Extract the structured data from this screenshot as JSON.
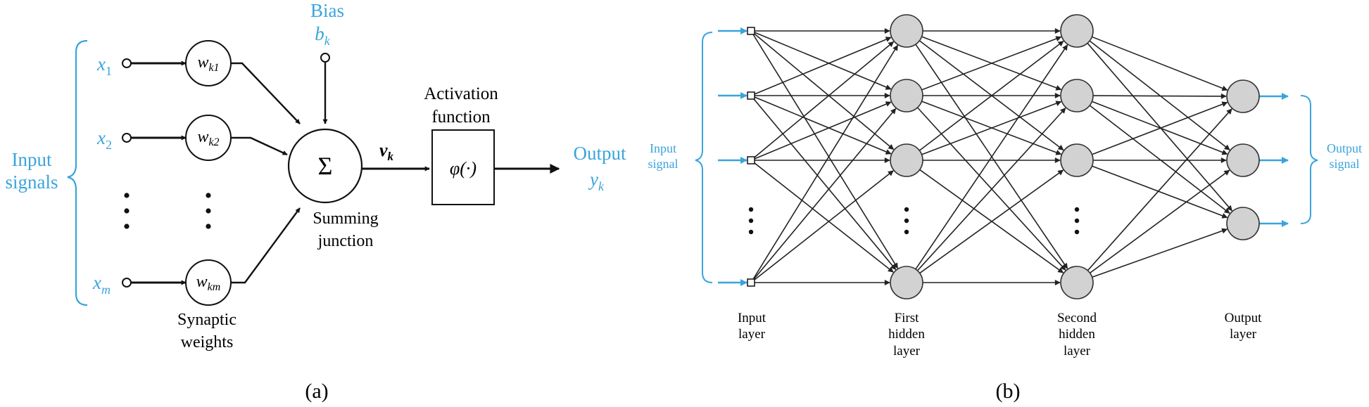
{
  "colors": {
    "accent": "#3aa4dc",
    "ink": "#111111",
    "node_fill": "#d2d2d2"
  },
  "panel_a": {
    "input_signals": [
      "Input",
      "signals"
    ],
    "inputs": [
      {
        "sym": "x",
        "sub": "1"
      },
      {
        "sym": "x",
        "sub": "2"
      },
      {
        "sym": "x",
        "sub": "m"
      }
    ],
    "weights": [
      {
        "sym": "w",
        "sub": "k1"
      },
      {
        "sym": "w",
        "sub": "k2"
      },
      {
        "sym": "w",
        "sub": "km"
      }
    ],
    "bias_title": "Bias",
    "bias": {
      "sym": "b",
      "sub": "k"
    },
    "summing_symbol": "Σ",
    "summing_label": [
      "Summing",
      "junction"
    ],
    "induced_field": {
      "sym": "v",
      "sub": "k"
    },
    "activation_title": [
      "Activation",
      "function"
    ],
    "activation": "φ(·)",
    "output_title": "Output",
    "output": {
      "sym": "y",
      "sub": "k"
    },
    "synaptic_label": [
      "Synaptic",
      "weights"
    ],
    "caption": "(a)"
  },
  "panel_b": {
    "input_signal_label": [
      "Input",
      "signal"
    ],
    "output_signal_label": [
      "Output",
      "signal"
    ],
    "layer_labels": [
      [
        "Input",
        "layer"
      ],
      [
        "First",
        "hidden",
        "layer"
      ],
      [
        "Second",
        "hidden",
        "layer"
      ],
      [
        "Output",
        "layer"
      ]
    ],
    "caption": "(b)"
  }
}
